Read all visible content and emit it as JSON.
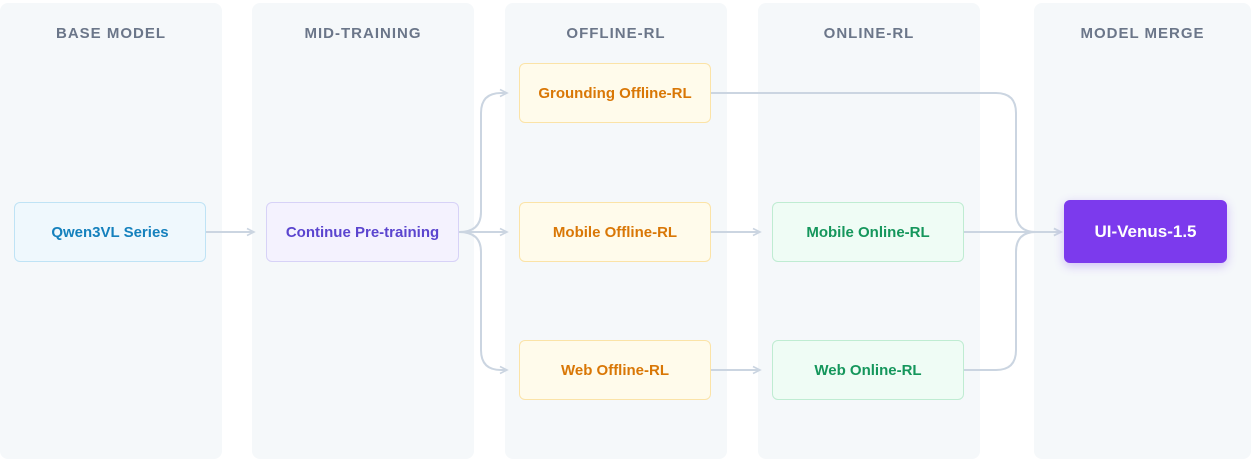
{
  "columns": {
    "base": "BASE MODEL",
    "mid": "MID-TRAINING",
    "offline": "OFFLINE-RL",
    "online": "ONLINE-RL",
    "merge": "MODEL MERGE"
  },
  "nodes": {
    "qwen": "Qwen3VL Series",
    "pretrain": "Continue Pre-training",
    "grounding_offline": "Grounding Offline-RL",
    "mobile_offline": "Mobile Offline-RL",
    "web_offline": "Web Offline-RL",
    "mobile_online": "Mobile Online-RL",
    "web_online": "Web Online-RL",
    "final": "UI-Venus-1.5"
  },
  "colors": {
    "column_bg": "#f5f8fa",
    "edge": "#cbd5e1",
    "blue": "#1581bd",
    "purple": "#5b45cf",
    "orange": "#d97706",
    "green": "#15965c",
    "final": "#7c3aed"
  }
}
